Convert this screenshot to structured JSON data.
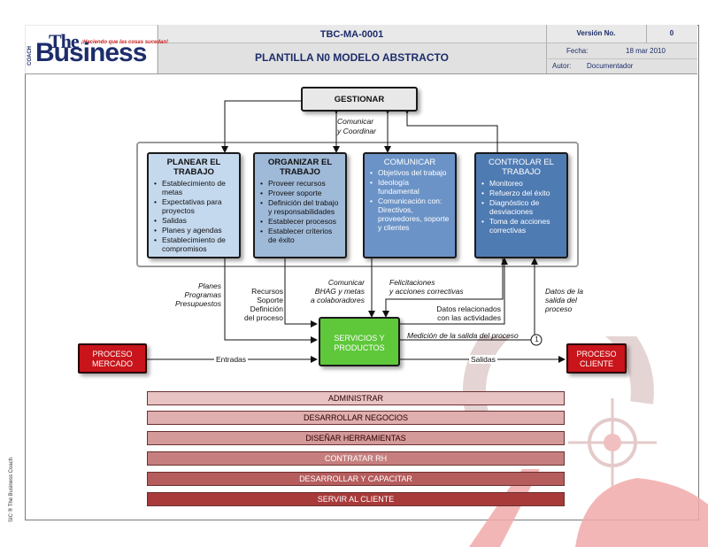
{
  "header": {
    "logo_the": "The",
    "logo_tagline": "¡Haciendo que las cosas sucedan!",
    "logo_coach": "COACH",
    "logo_business": "Business",
    "doc_code": "TBC-MA-0001",
    "title": "PLANTILLA N0 MODELO ABSTRACTO",
    "version_label": "Versión No.",
    "version_value": "0",
    "date_label": "Fecha:",
    "date_value": "18 mar 2010",
    "author_label": "Autor:",
    "author_value": "Documentador"
  },
  "diagram": {
    "top_box": "GESTIONAR",
    "top_label_line1": "Comunicar",
    "top_label_line2": "y Coordinar",
    "columns": [
      {
        "title_line1": "PLANEAR EL",
        "title_line2": "TRABAJO",
        "items": [
          "Establecimiento de metas",
          "Expectativas para proyectos",
          "Salidas",
          "Planes y agendas",
          "Establecimiento de compromisos"
        ],
        "color": "#c5d9ee"
      },
      {
        "title_line1": "ORGANIZAR EL",
        "title_line2": "TRABAJO",
        "items": [
          "Proveer recursos",
          "Proveer soporte",
          "Definición del trabajo y responsabilidades",
          "Establecer procesos",
          "Establecer criterios de éxito"
        ],
        "color": "#9fb9d8"
      },
      {
        "title_line1": "COMUNICAR",
        "title_line2": "",
        "items": [
          "Objetivos del trabajo",
          "Ideología fundamental",
          "Comunicación con: Directivos, proveedores, soporte y clientes"
        ],
        "color": "#6b93c7"
      },
      {
        "title_line1": "CONTROLAR EL",
        "title_line2": "TRABAJO",
        "items": [
          "Monitoreo",
          "Refuerzo del éxito",
          "Diagnóstico de desviaciones",
          "Toma de acciones correctivas"
        ],
        "color": "#4f7bb3"
      }
    ],
    "center_box_line1": "SERVICIOS Y",
    "center_box_line2": "PRODUCTOS",
    "left_red_line1": "PROCESO",
    "left_red_line2": "MERCADO",
    "right_red_line1": "PROCESO",
    "right_red_line2": "CLIENTE",
    "label_planes": [
      "Planes",
      "Programas",
      "Presupuestos"
    ],
    "label_recursos": [
      "Recursos",
      "Soporte",
      "Definición",
      "del proceso"
    ],
    "label_comunicar": [
      "Comunicar",
      "BHAG y metas",
      "a colaboradores"
    ],
    "label_felicitaciones": [
      "Felicitaciones",
      "y acciones correctivas"
    ],
    "label_datos_rel": [
      "Datos relacionados",
      "con las actividades"
    ],
    "label_medicion": "Medición de la salida del proceso",
    "label_datos_salida": [
      "Datos de la",
      "salida del",
      "proceso"
    ],
    "label_entradas": "Entradas",
    "label_salidas": "Salidas",
    "connector_number": "1"
  },
  "bars": [
    {
      "label": "ADMINISTRAR",
      "color": "#e8c3c3",
      "text_color": "#2a0000"
    },
    {
      "label": "DESARROLLAR NEGOCIOS",
      "color": "#dfaeae",
      "text_color": "#2a0000"
    },
    {
      "label": "DISEÑAR HERRAMIENTAS",
      "color": "#d49999",
      "text_color": "#2a0000"
    },
    {
      "label": "CONTRATAR RH",
      "color": "#c67e7e",
      "text_color": "#ffffff"
    },
    {
      "label": "DESARROLLAR Y CAPACITAR",
      "color": "#b55c5c",
      "text_color": "#ffffff"
    },
    {
      "label": "SERVIR AL CLIENTE",
      "color": "#a83a3a",
      "text_color": "#ffffff"
    }
  ],
  "side_credit": "SIC ® The Business Coach"
}
